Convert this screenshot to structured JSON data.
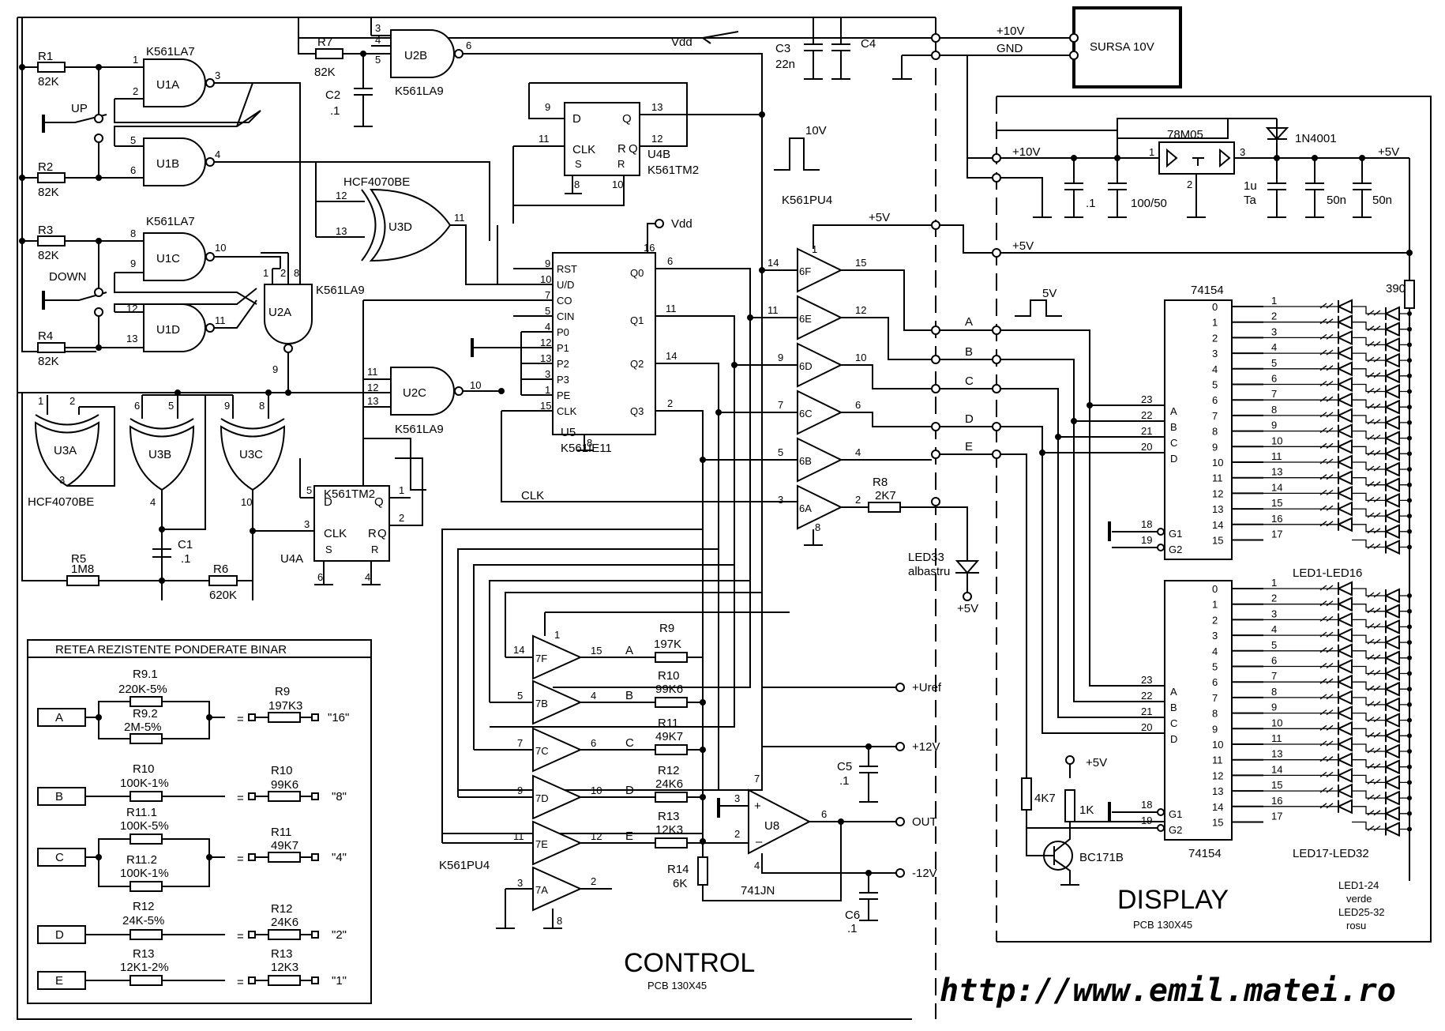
{
  "header": {
    "power": {
      "v10": "+10V",
      "gnd": "GND",
      "source": "SURSA 10V",
      "vdd": "Vdd",
      "c3": "C3",
      "c3v": "22n",
      "c4": "C4"
    }
  },
  "input": {
    "r1": "R1",
    "r1v": "82K",
    "r2": "R2",
    "r2v": "82K",
    "r3": "R3",
    "r3v": "82K",
    "r4": "R4",
    "r4v": "82K",
    "up": "UP",
    "down": "DOWN",
    "u1a": "U1A",
    "u1b": "U1B",
    "u1c": "U1C",
    "u1d": "U1D",
    "k1a": "K561LA7",
    "k1b": "K561LA7",
    "r7": "R7",
    "r7v": "82K",
    "c2": "C2",
    "c2v": ".1",
    "u2b": "U2B",
    "k2b": "K561LA9",
    "u2a": "U2A",
    "k2a": "K561LA9"
  },
  "osc": {
    "u3a": "U3A",
    "u3b": "U3B",
    "u3c": "U3C",
    "u3d": "U3D",
    "hcf1": "HCF4070BE",
    "hcf2": "HCF4070BE",
    "r5": "R5",
    "r5v": "1M8",
    "r6": "R6",
    "r6v": "620K",
    "c1": "C1",
    "c1v": ".1",
    "u2c": "U2C",
    "k2c": "K561LA9",
    "u4a": "U4A",
    "u4b": "U4B",
    "k4a": "K561TM2",
    "k4b": "K561TM2"
  },
  "counter": {
    "u5": "U5",
    "k5": "K561IE11",
    "clk": "CLK",
    "vdd": "Vdd",
    "pins_left": [
      "RST",
      "U/D",
      "CO",
      "CIN",
      "P0",
      "P1",
      "P2",
      "P3",
      "PE",
      "CLK"
    ],
    "pins_right": [
      "Q0",
      "Q1",
      "Q2",
      "Q3"
    ]
  },
  "buffers6": {
    "part": "K561PU4",
    "pulse10": "10V",
    "plus5": "+5V",
    "gates": [
      "6F",
      "6E",
      "6D",
      "6C",
      "6B",
      "6A"
    ],
    "r8": "R8",
    "r8v": "2K7",
    "led33": "LED33",
    "led33c": "albastru",
    "led33v": "+5V"
  },
  "dac": {
    "part": "K561PU4",
    "gates": [
      "7F",
      "7B",
      "7C",
      "7D",
      "7E",
      "7A"
    ],
    "lines": [
      "A",
      "B",
      "C",
      "D",
      "E"
    ],
    "res": [
      {
        "name": "R9",
        "val": "197K"
      },
      {
        "name": "R10",
        "val": "99K6"
      },
      {
        "name": "R11",
        "val": "49K7"
      },
      {
        "name": "R12",
        "val": "24K6"
      },
      {
        "name": "R13",
        "val": "12K3"
      }
    ],
    "r14": "R14",
    "r14v": "6K",
    "u8": "U8",
    "opamp": "741JN",
    "c5": "C5",
    "c5v": ".1",
    "c6": "C6",
    "c6v": ".1",
    "uref": "+Uref",
    "p12": "+12V",
    "out": "OUT",
    "m12": "-12V"
  },
  "network": {
    "title": "RETEA REZISTENTE PONDERATE BINAR",
    "rows": [
      {
        "in": "A",
        "r1": "R9.1",
        "v1": "220K-5%",
        "r2": "R9.2",
        "v2": "2M-5%",
        "eq": "R9",
        "eqv": "197K3",
        "w": "\"16\""
      },
      {
        "in": "B",
        "r1": "R10",
        "v1": "100K-1%",
        "eq": "R10",
        "eqv": "99K6",
        "w": "\"8\""
      },
      {
        "in": "C",
        "r1": "R11.1",
        "v1": "100K-5%",
        "r2": "R11.2",
        "v2": "100K-1%",
        "eq": "R11",
        "eqv": "49K7",
        "w": "\"4\""
      },
      {
        "in": "D",
        "r1": "R12",
        "v1": "24K-5%",
        "eq": "R12",
        "eqv": "24K6",
        "w": "\"2\""
      },
      {
        "in": "E",
        "r1": "R13",
        "v1": "12K1-2%",
        "eq": "R13",
        "eqv": "12K3",
        "w": "\"1\""
      }
    ]
  },
  "control": {
    "title": "CONTROL",
    "pcb": "PCB 130X45"
  },
  "display": {
    "title": "DISPLAY",
    "pcb": "PCB 130X45",
    "reg": "78M05",
    "diode": "1N4001",
    "v10": "+10V",
    "v5": "+5V",
    "v5b": "+5V",
    "cap1": ".1",
    "cap2": "100/50",
    "cap3": "1u",
    "cap3t": "Ta",
    "cap4": "50n",
    "cap5": "50n",
    "pulse5": "5V",
    "r390": "390",
    "dec1": "74154",
    "dec2": "74154",
    "addr": [
      "A",
      "B",
      "C",
      "D"
    ],
    "g": [
      "G1",
      "G2"
    ],
    "outs": [
      "0",
      "1",
      "2",
      "3",
      "4",
      "5",
      "6",
      "7",
      "8",
      "9",
      "10",
      "11",
      "12",
      "13",
      "14",
      "15"
    ],
    "led_group1": "LED1-LED16",
    "led_group2": "LED17-LED32",
    "r4k7": "4K7",
    "r1k": "1K",
    "p5": "+5V",
    "tr": "BC171B",
    "notes": [
      "LED1-24",
      "verde",
      "LED25-32",
      "rosu"
    ],
    "busA": "A",
    "busB": "B",
    "busC": "C",
    "busD": "D",
    "busE": "E"
  },
  "url": "http://www.emil.matei.ro"
}
